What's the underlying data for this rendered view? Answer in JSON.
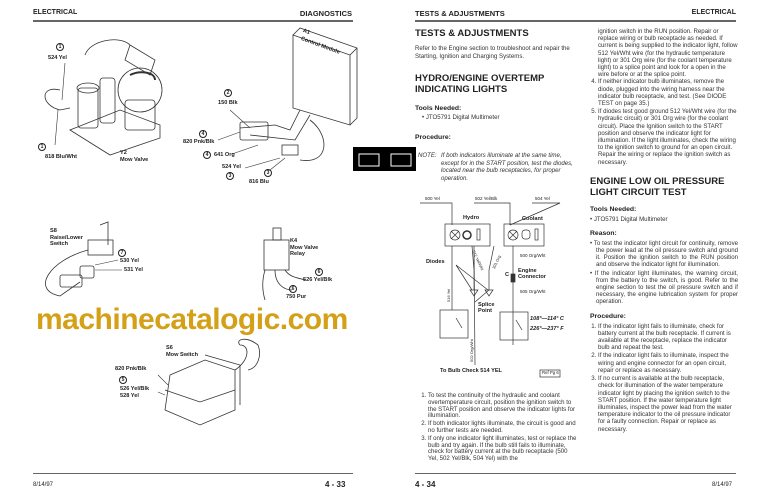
{
  "left_page": {
    "header_left": "ELECTRICAL",
    "header_right": "DIAGNOSTICS",
    "footer_date": "8/14/97",
    "page_number": "4 - 33",
    "labels": {
      "c1a": "1",
      "w524a": "524 Yel",
      "c2": "2",
      "w150": "150 Blk",
      "c4a": "4",
      "w820a": "820 Pnk/Blk",
      "c1b": "1",
      "w818": "818 Blu/Wht",
      "y2": "Y2",
      "y2name": "Mow Valve",
      "c4b": "4",
      "w641": "641 Org",
      "w524b": "524 Yel",
      "c3a": "3",
      "c3b": "3",
      "w816": "816 Blu",
      "a1": "A1",
      "a1name": "Control Module",
      "s8": "S8",
      "s8name": "Raise/Lower Switch",
      "c7": "7",
      "w530": "530 Yel",
      "w531": "531 Yel",
      "k4": "K4",
      "k4name": "Mow Valve Relay",
      "c6a": "6",
      "w526a": "526 Yel/Blk",
      "c6b": "6",
      "w750": "750 Pur",
      "s6": "S6",
      "s6name": "Mow Switch",
      "w820b": "820 Pnk/Blk",
      "c5": "5",
      "w526b": "526 Yel/Blk",
      "w528": "528 Yel"
    }
  },
  "right_page": {
    "header_left": "TESTS & ADJUSTMENTS",
    "header_right": "ELECTRICAL",
    "footer_date": "8/14/97",
    "page_number": "4 - 34",
    "title": "TESTS & ADJUSTMENTS",
    "intro": "Refer to the Engine section to troubleshoot and repair the Starting, Ignition and Charging Systems.",
    "section1": {
      "title": "HYDRO/ENGINE OVERTEMP INDICATING LIGHTS",
      "tools_heading": "Tools Needed:",
      "tools": [
        "JTO5791 Digital Multimeter"
      ],
      "procedure_heading": "Procedure:",
      "note_label": "NOTE:",
      "note": "If both indicators illuminate at the same time, except for in the START position, test the diodes, located near the bulb receptacles, for proper operation.",
      "steps": [
        "To test the continuity of the hydraulic and coolant overtemperature circuit, position the ignition switch to the START position and observe the indicator lights for illumination.",
        "If both indicator lights illuminate, the circuit is good and no further tests are needed.",
        "If only one indicator light illuminates, test or replace the bulb and try again. If the bulb still fails to illuminate, check for battery current at the bulb receptacle (500 Yel, 502 Yel/Blk, 504 Yel) with the"
      ],
      "continued": "ignition switch in the RUN position. Repair or replace wiring or bulb receptacle as needed. If current is being supplied to the indicator light, follow 512 Yel/Wht wire (for the hydraulic temperature light) or 301 Org wire (for the coolant temperature light) to a splice point and look for a open in the wire before or at the splice point.",
      "steps_cont": [
        "If neither indicator bulb illuminates, remove the diode, plugged into the wiring harness near the indicator bulb receptacle, and test. (See DIODE TEST on page 35.)",
        "If diodes test good ground 512 Yel/Wht wire (for the hydraulic circuit) or 301 Org wire (for the coolant circuit). Place the Ignition switch to the START position and observe the indicator light for illumination. If the light illuminates, check the wiring to the ignition switch to ground for an open circuit. Repair the wiring or replace the ignition switch as necessary."
      ]
    },
    "schematic": {
      "w500": "500 Yel",
      "w502": "502 Yel/Blk",
      "w504": "504 Yel",
      "hydro": "Hydro",
      "coolant": "Coolant",
      "diodes": "Diodes",
      "w512": "512 Yel/Wht",
      "w301": "301 Org",
      "w500ow": "500 Org/Wht",
      "conn_c": "C",
      "engine_connector": "Engine Connector",
      "w505": "505 Org/Wht",
      "w516": "516 Yel",
      "splice": "Splice Point",
      "temp_c": "108°—114° C",
      "temp_f": "226°—237° F",
      "w502ow": "502 Org/Wht",
      "bulb_check": "To Bulb Check 514 YEL",
      "ref": "Ref Pg 6"
    },
    "section2": {
      "title": "ENGINE LOW OIL PRESSURE LIGHT CIRCUIT TEST",
      "tools_heading": "Tools Needed:",
      "tools": [
        "JTO5791 Digital Multimeter"
      ],
      "reason_heading": "Reason:",
      "reasons": [
        "To test the indicator light circuit for continuity, remove the power lead at the oil pressure switch and ground it. Position the ignition switch to the RUN position and observe the indicator light for illumination.",
        "If the indicator light illuminates, the warning circuit, from the battery to the switch, is good. Refer to the engine section to test the oil pressure switch and if necessary, the engine lubrication system for proper operation."
      ],
      "procedure_heading": "Procedure:",
      "steps": [
        "If the indicator light fails to illuminate, check for battery current at the bulb receptacle. If current is available at the receptacle, replace the indicator bulb and repeat the test.",
        "If the indicator light fails to illuminate, inspect the wiring and engine connector for an open circuit, repair or replace as necessary.",
        "If no current is available at the bulb receptacle, check for illumination of the water temperature indicator light by placing the ignition switch to the START position. If the water temperature light illuminates, inspect the power lead from the water temperature indicator to the oil pressure indicator for a faulty connection. Repair or replace as necessary."
      ]
    }
  },
  "watermark": "machinecatalogic.com",
  "colors": {
    "watermark": "#d4a017",
    "tab": "#000000"
  }
}
